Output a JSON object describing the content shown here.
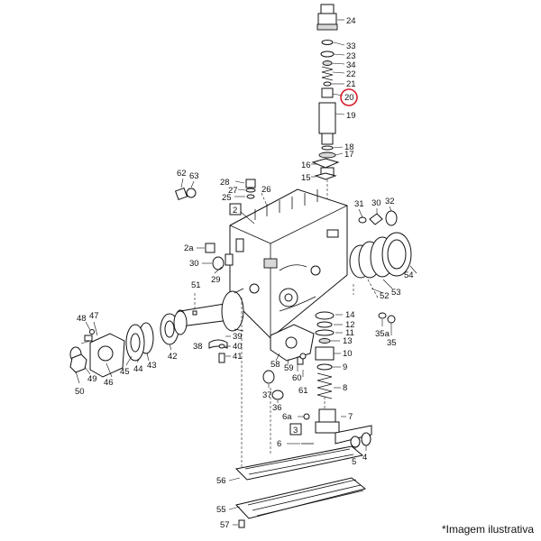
{
  "highlight_color": "#d81e2b",
  "highlighted_label": "20",
  "caption": "*Imagem ilustrativa",
  "labels": {
    "l24": "24",
    "l33": "33",
    "l23": "23",
    "l34": "34",
    "l22": "22",
    "l21": "21",
    "l20": "20",
    "l19": "19",
    "l18": "18",
    "l17": "17",
    "l16": "16",
    "l15": "15",
    "l62": "62",
    "l63": "63",
    "l28": "28",
    "l27": "27",
    "l25": "25",
    "l26": "26",
    "l2": "2",
    "l31": "31",
    "l30b": "30",
    "l32": "32",
    "l2a": "2a",
    "l30": "30",
    "l29": "29",
    "l54": "54",
    "l52": "52",
    "l53": "53",
    "l51": "51",
    "l48": "48",
    "l47": "47",
    "l14": "14",
    "l12": "12",
    "l11": "11",
    "l13": "13",
    "l35a": "35a",
    "l35": "35",
    "l38": "38",
    "l39": "39",
    "l40": "40",
    "l41": "41",
    "l49": "49",
    "l50": "50",
    "l45": "45",
    "l46": "46",
    "l44": "44",
    "l43": "43",
    "l42": "42",
    "l10": "10",
    "l9": "9",
    "l58": "58",
    "l59": "59",
    "l60": "60",
    "l61": "61",
    "l8": "8",
    "l37": "37",
    "l36": "36",
    "l6a": "6a",
    "l7": "7",
    "l3": "3",
    "l6": "6",
    "l5": "5",
    "l4": "4",
    "l56": "56",
    "l55": "55",
    "l57": "57"
  }
}
